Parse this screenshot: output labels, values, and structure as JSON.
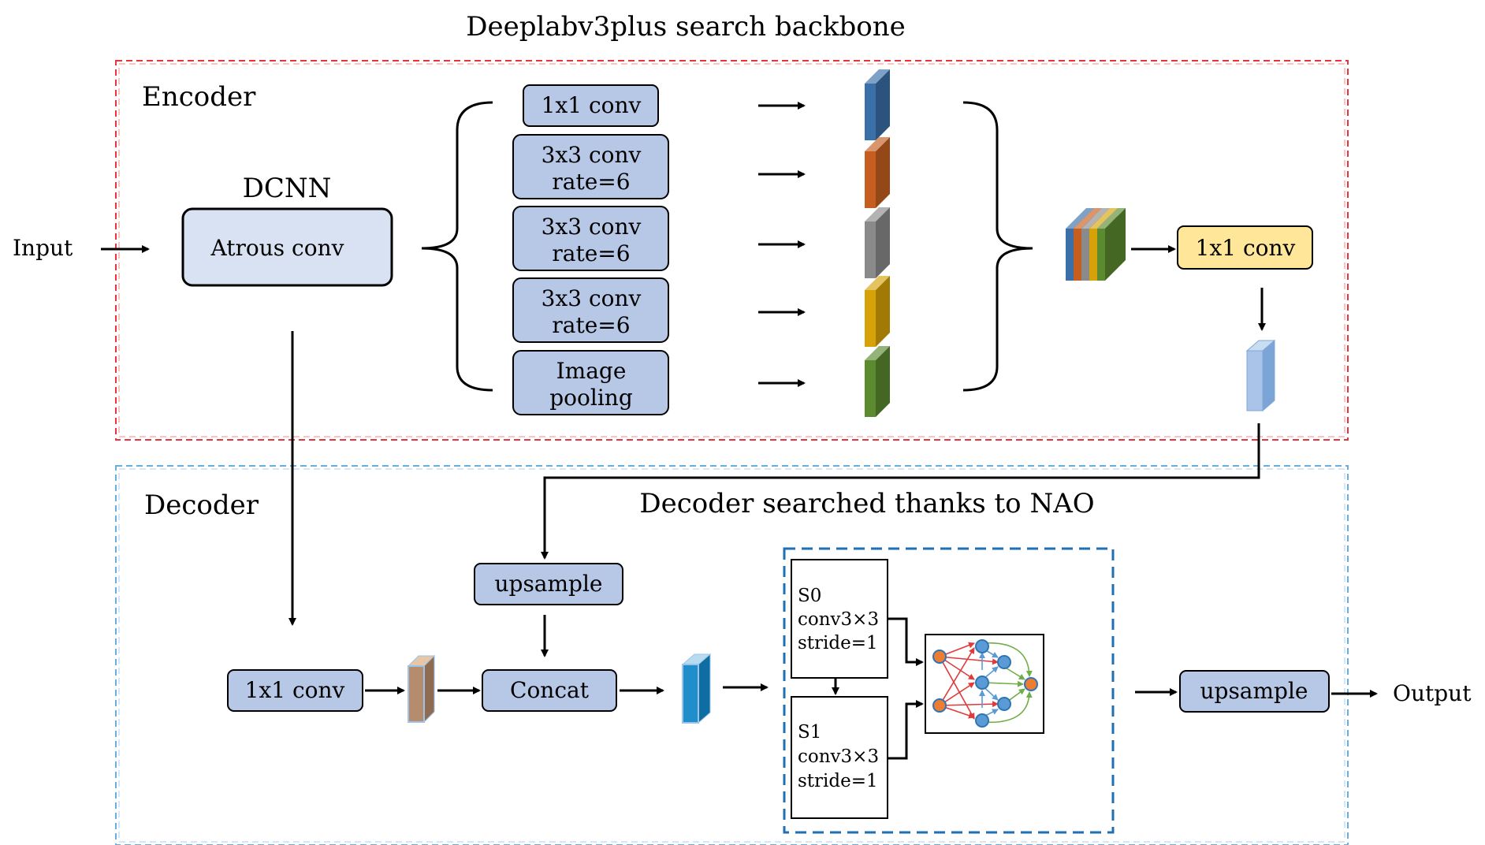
{
  "title": "Deeplabv3plus search backbone",
  "encoder": {
    "label": "Encoder",
    "input_label": "Input",
    "dcnn_label": "DCNN",
    "atrous_label": "Atrous conv",
    "branches": [
      {
        "line1": "1x1 conv",
        "line2": ""
      },
      {
        "line1": "3x3 conv",
        "line2": "rate=6"
      },
      {
        "line1": "3x3 conv",
        "line2": "rate=6"
      },
      {
        "line1": "3x3 conv",
        "line2": "rate=6"
      },
      {
        "line1": "Image",
        "line2": "pooling"
      }
    ],
    "feature_colors": [
      "#3b6fa8",
      "#c55e1f",
      "#8a8a8a",
      "#d7a208",
      "#5b8a2f"
    ],
    "fuse_conv_label": "1x1 conv"
  },
  "decoder": {
    "label": "Decoder",
    "nao_label": "Decoder searched thanks to NAO",
    "upsample_label": "upsample",
    "conv_label": "1x1 conv",
    "concat_label": "Concat",
    "s0": {
      "name": "S0",
      "op": "conv3×3",
      "stride": "stride=1"
    },
    "s1": {
      "name": "S1",
      "op": "conv3×3",
      "stride": "stride=1"
    },
    "final_upsample_label": "upsample",
    "output_label": "Output"
  },
  "colors": {
    "encoder_border": "#e8343a",
    "decoder_border": "#6aaede",
    "nao_border": "#1f6fb5",
    "box_fill": "#b7c7e6",
    "box_fill_light": "#d9e2f3",
    "fuse_fill": "#ffe699"
  }
}
